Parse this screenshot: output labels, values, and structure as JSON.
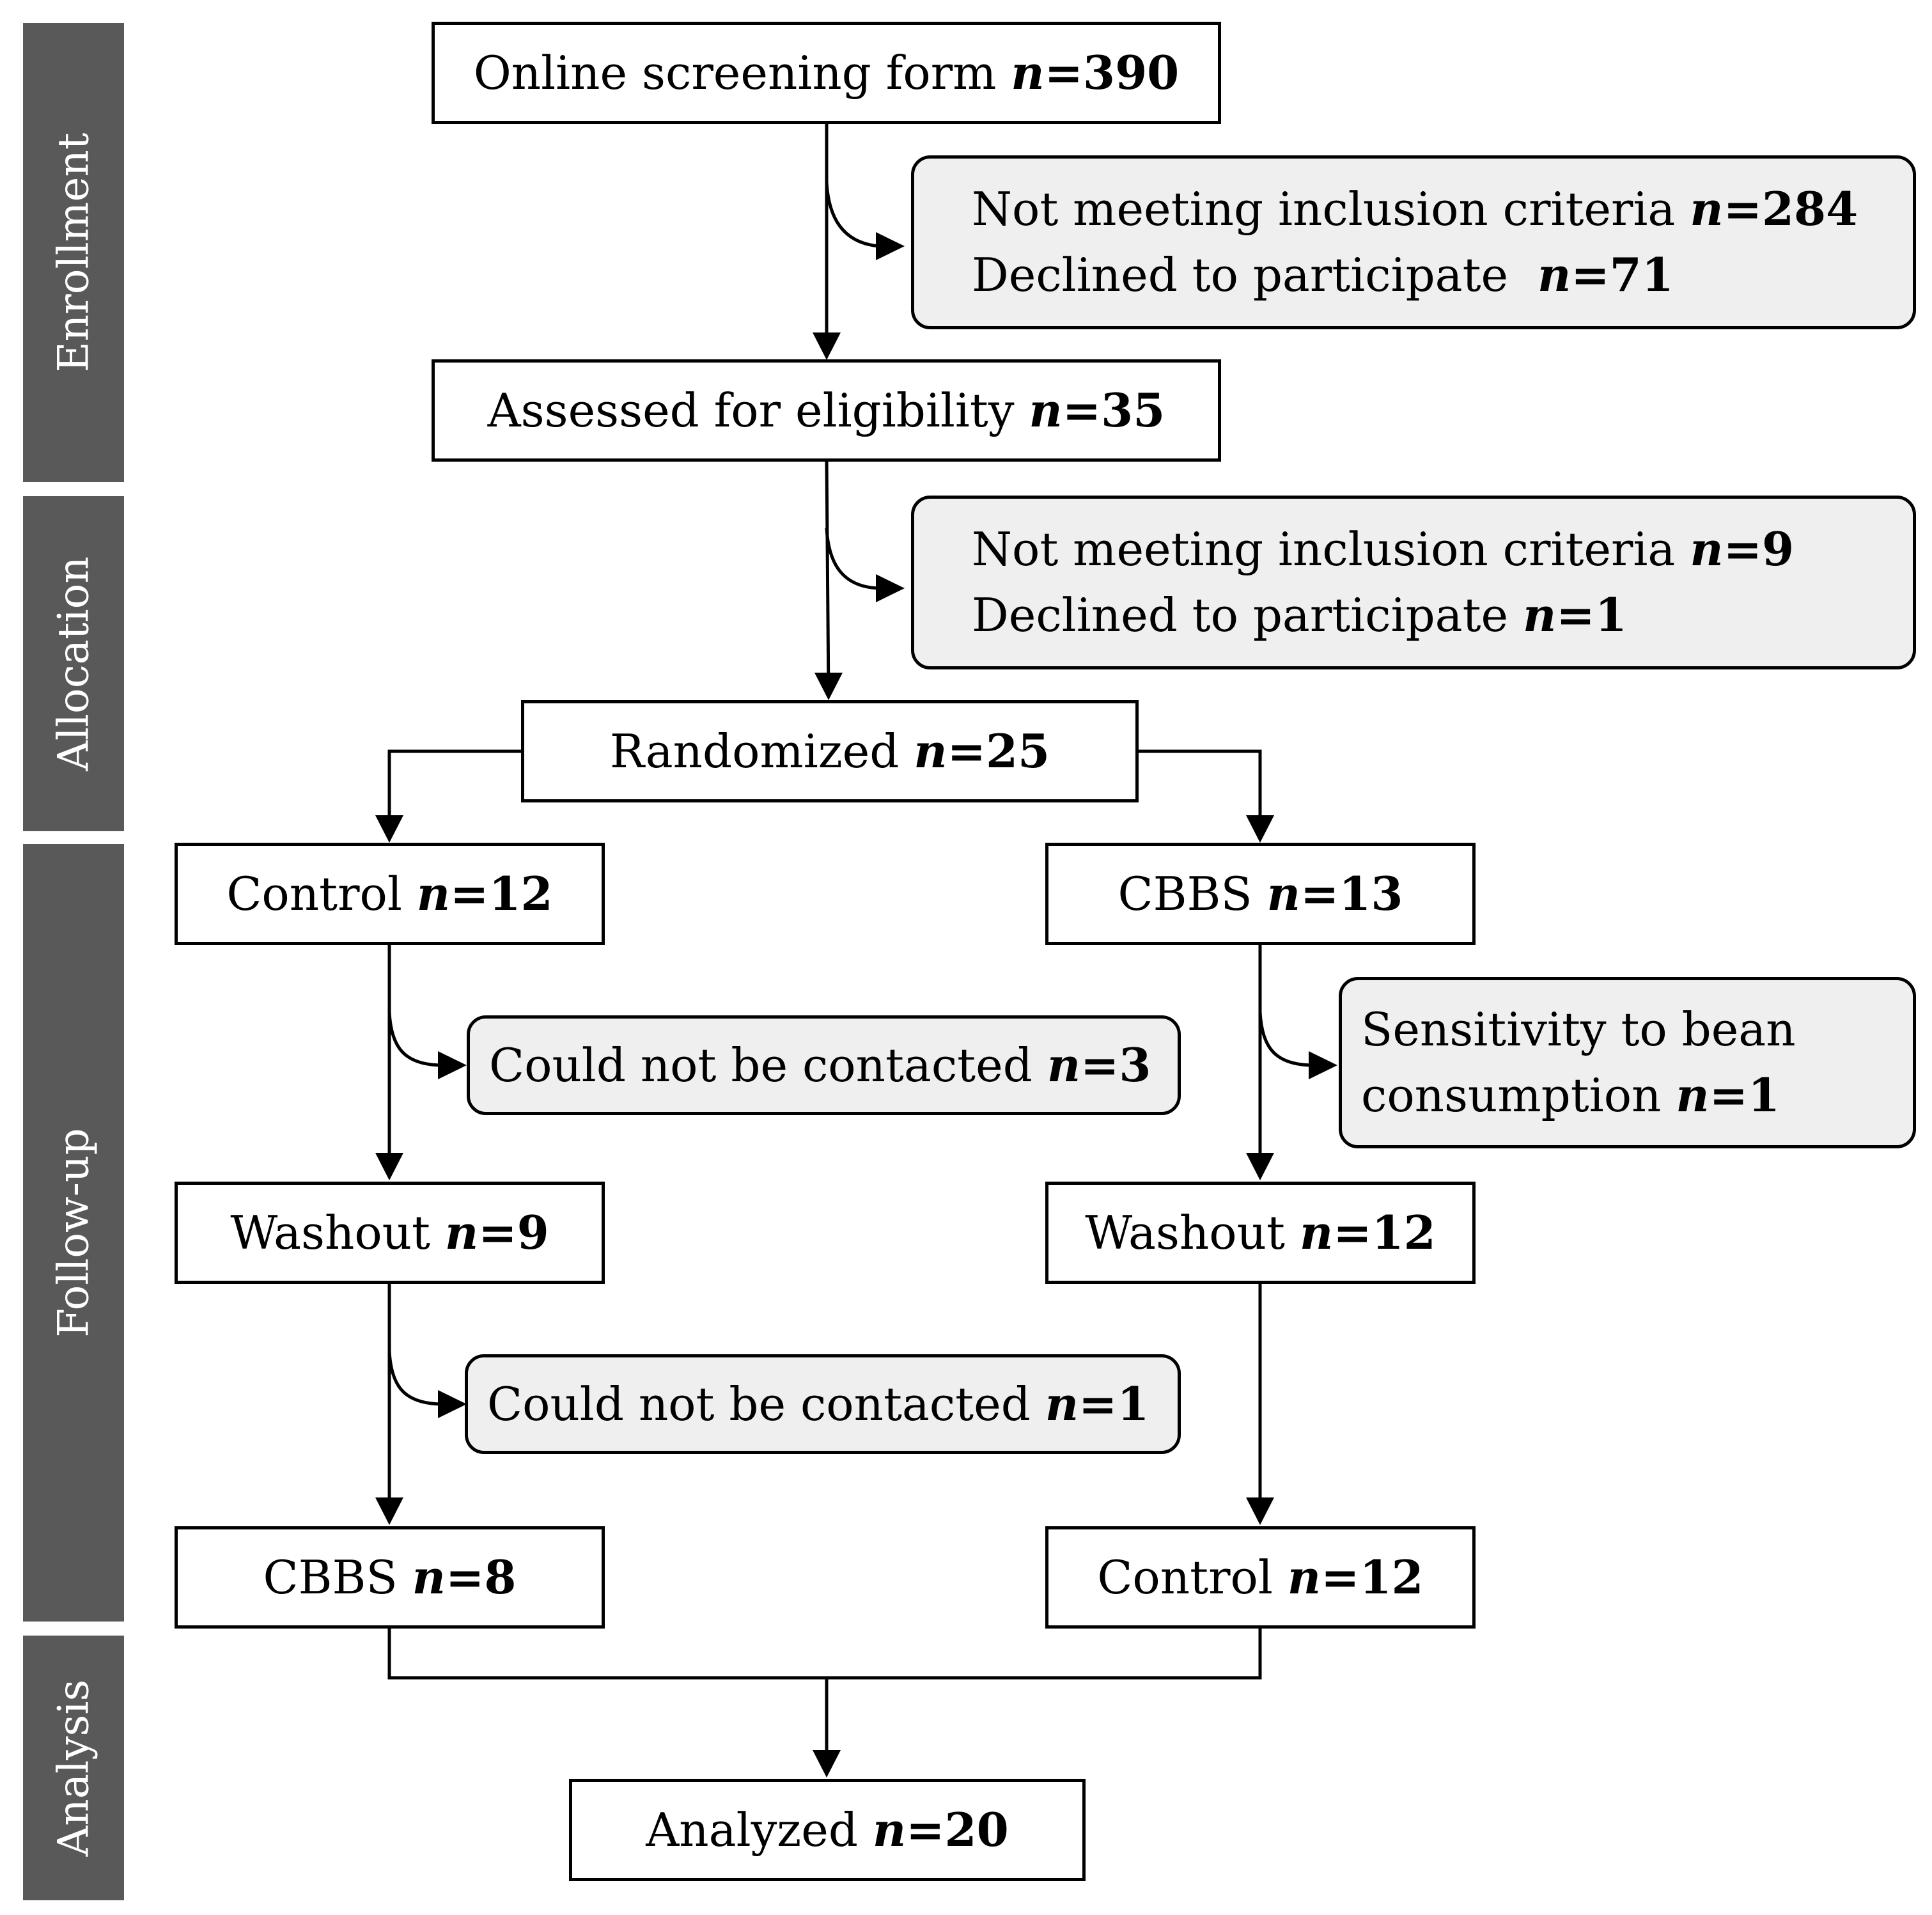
{
  "phases": {
    "enrollment": "Enrollment",
    "allocation": "Allocation",
    "follow_up": "Follow-up",
    "analysis": "Analysis"
  },
  "n_symbol": "n",
  "boxes": {
    "screening": {
      "label": "Online screening form",
      "count": "=390"
    },
    "assessed": {
      "label": "Assessed for eligibility",
      "count": "=35"
    },
    "randomized": {
      "label": "Randomized",
      "count": "=25"
    },
    "control_arm": {
      "label": "Control",
      "count": "=12"
    },
    "cbbs_arm": {
      "label": "CBBS",
      "count": "=13"
    },
    "washout_left": {
      "label": "Washout",
      "count": "=9"
    },
    "washout_right": {
      "label": "Washout",
      "count": "=12"
    },
    "cbbs_final": {
      "label": "CBBS",
      "count": "=8"
    },
    "control_final": {
      "label": "Control",
      "count": "=12"
    },
    "analyzed": {
      "label": "Analyzed",
      "count": "=20"
    }
  },
  "exclusions": {
    "enroll_1": {
      "line1": "Not meeting inclusion criteria",
      "count1": "=284",
      "line2": "Declined to participate",
      "count2": "=71"
    },
    "enroll_2": {
      "line1": "Not meeting inclusion criteria",
      "count1": "=9",
      "line2": "Declined to participate",
      "count2": "=1"
    },
    "control_lost_1": {
      "label": "Could not be contacted",
      "count": "=3"
    },
    "control_lost_2": {
      "label": "Could not be contacted",
      "count": "=1"
    },
    "cbbs_lost": {
      "line1": "Sensitivity to bean",
      "line2": "consumption",
      "count": "=1"
    }
  }
}
